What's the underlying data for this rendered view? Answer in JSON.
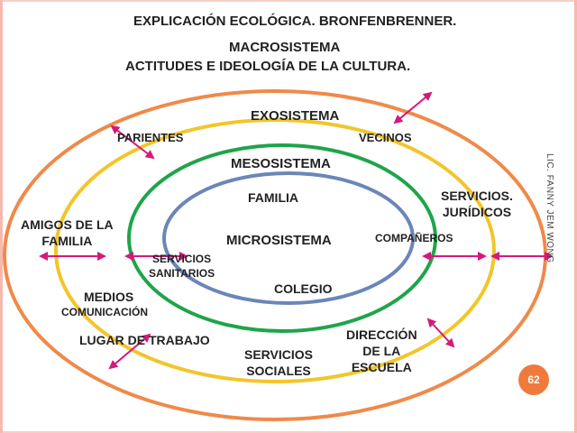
{
  "title": {
    "line1": "EXPLICACIÓN ECOLÓGICA. BRONFENBRENNER.",
    "line2": "MACROSISTEMA",
    "line3": "ACTITUDES E IDEOLOGÍA DE LA CULTURA."
  },
  "systems": {
    "exo": "EXOSISTEMA",
    "meso": "MESOSISTEMA",
    "micro": "MICROSISTEMA"
  },
  "nodes": {
    "parientes": "PARIENTES",
    "vecinos": "VECINOS",
    "familia": "FAMILIA",
    "servicios_juridicos_1": "SERVICIOS.",
    "servicios_juridicos_2": "JURÍDICOS",
    "amigos_1": "AMIGOS DE LA",
    "amigos_2": "FAMILIA",
    "companeros": "COMPAÑEROS",
    "serv_sanitarios_1": "SERVICIOS",
    "serv_sanitarios_2": "SANITARIOS",
    "colegio": "COLEGIO",
    "medios_1": "MEDIOS",
    "medios_2": "COMUNICACIÓN",
    "lugar_trabajo": "LUGAR DE TRABAJO",
    "serv_sociales_1": "SERVICIOS",
    "serv_sociales_2": "SOCIALES",
    "direccion_1": "DIRECCIÓN",
    "direccion_2": "DE LA",
    "direccion_3": "ESCUELA"
  },
  "author": "LIC. FANNY JEM WONG",
  "page_number": "62",
  "colors": {
    "macro_ring": "#ef8a4a",
    "exo_ring": "#f2c52a",
    "meso_ring": "#1fa44a",
    "micro_ring": "#6b86b8",
    "arrow": "#d4197c",
    "badge": "#f07a3c"
  }
}
